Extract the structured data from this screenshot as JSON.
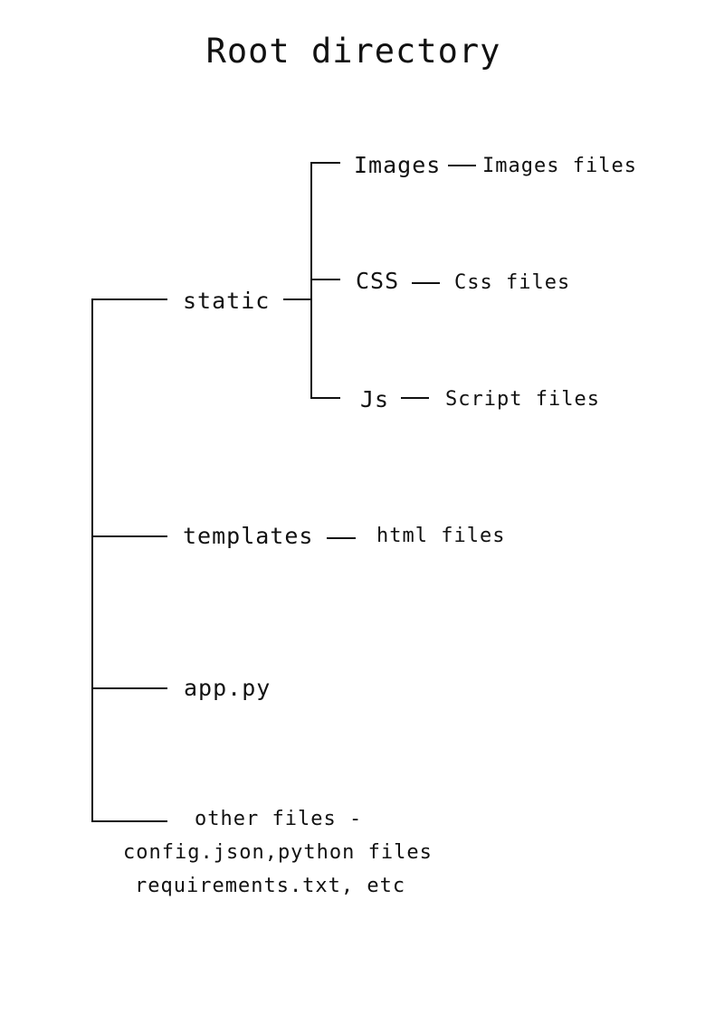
{
  "title": "Root directory",
  "tree": {
    "static": {
      "label": "static",
      "children": {
        "images": {
          "label": "Images",
          "files": "Images files"
        },
        "css": {
          "label": "CSS",
          "files": "Css files"
        },
        "js": {
          "label": "Js",
          "files": "Script files"
        }
      }
    },
    "templates": {
      "label": "templates",
      "files": "html files"
    },
    "app": {
      "label": "app.py"
    },
    "other": {
      "line1": "other files -",
      "line2": "config.json,python files",
      "line3": "requirements.txt, etc"
    }
  }
}
